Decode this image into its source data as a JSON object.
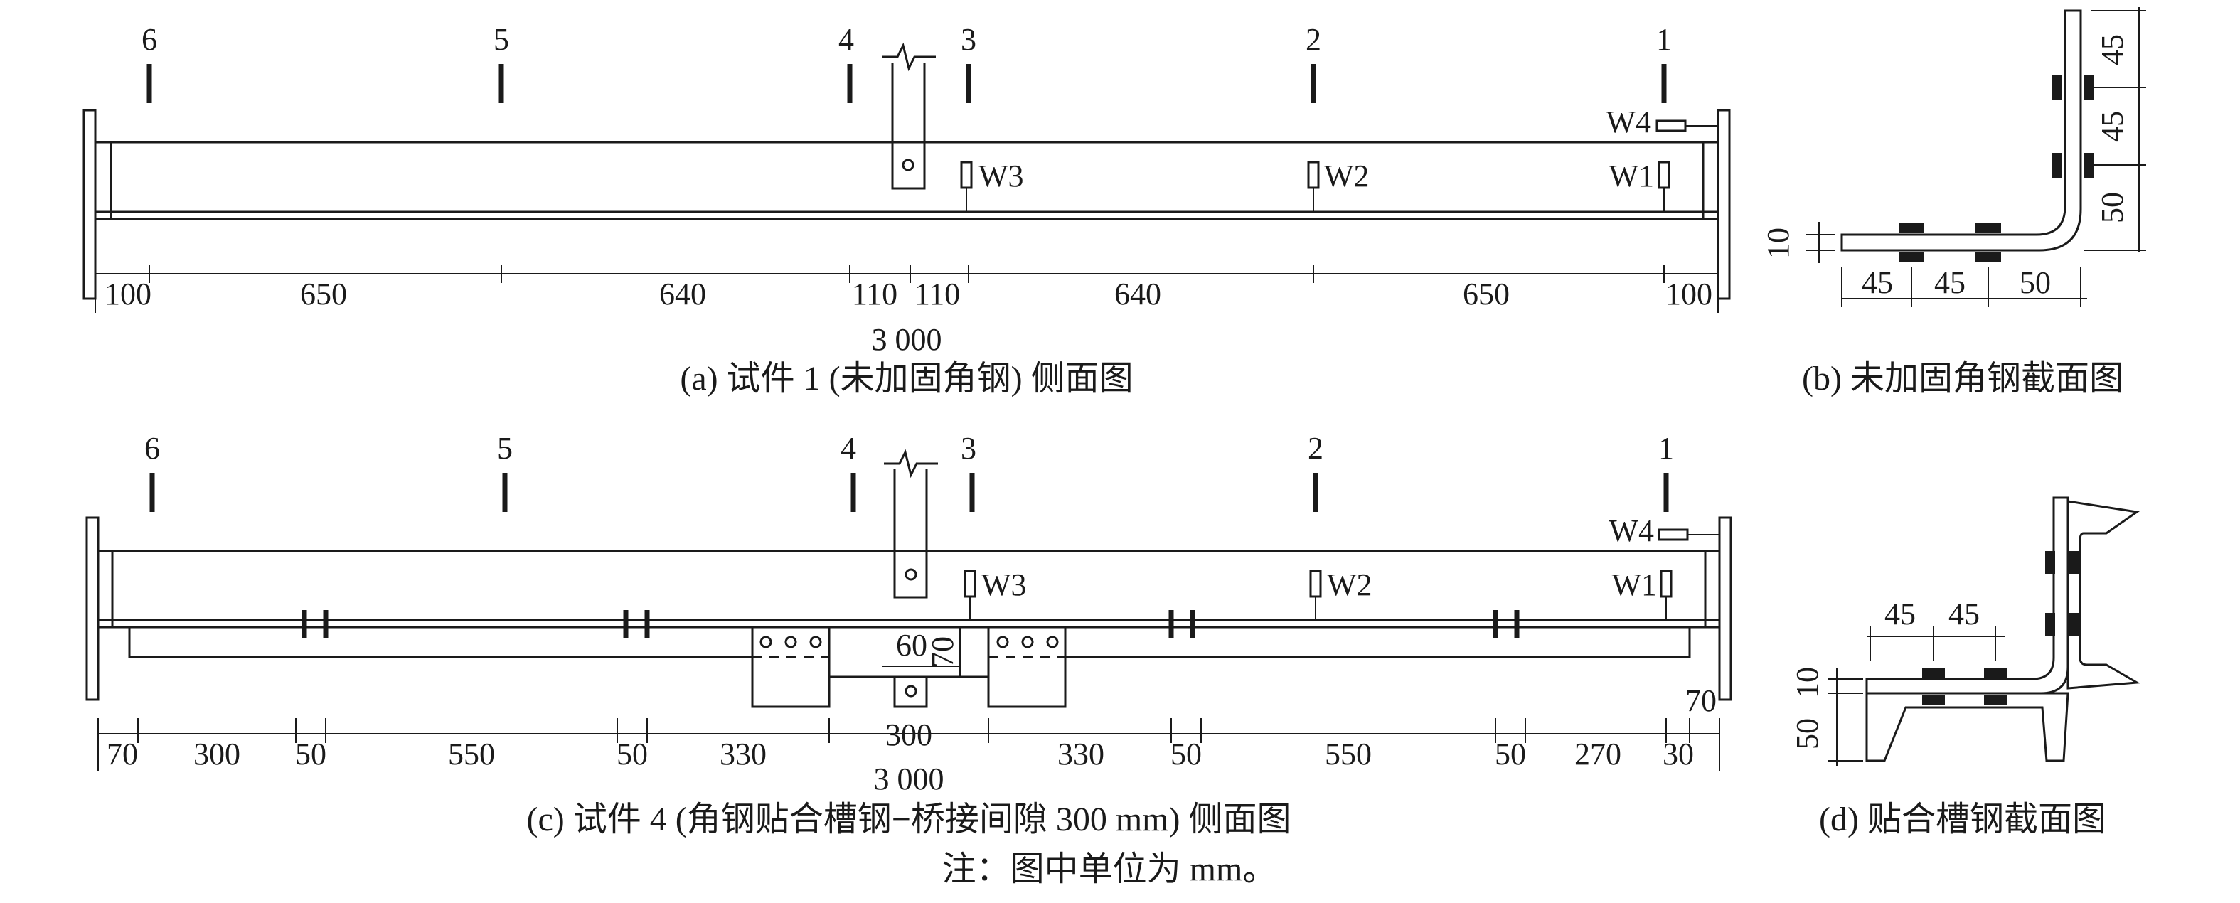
{
  "panel_a": {
    "caption": "(a) 试件 1 (未加固角钢) 侧面图",
    "sections": [
      "6",
      "5",
      "4",
      "3",
      "2",
      "1"
    ],
    "gauges": [
      "W3",
      "W2",
      "W1",
      "W4"
    ],
    "dims": [
      "100",
      "650",
      "640",
      "110",
      "110",
      "640",
      "650",
      "100"
    ],
    "total": "3 000"
  },
  "panel_b": {
    "caption": "(b) 未加固角钢截面图",
    "vertical_dims": [
      "45",
      "45",
      "50"
    ],
    "horizontal_dims": [
      "45",
      "45",
      "50"
    ],
    "thickness": "10"
  },
  "panel_c": {
    "caption": "(c) 试件 4 (角钢贴合槽钢−桥接间隙 300 mm) 侧面图",
    "sections": [
      "6",
      "5",
      "4",
      "3",
      "2",
      "1"
    ],
    "gauges": [
      "W3",
      "W2",
      "W1",
      "W4"
    ],
    "dims": [
      "70",
      "300",
      "50",
      "550",
      "50",
      "330",
      "330",
      "50",
      "550",
      "50",
      "270",
      "30"
    ],
    "gap": "300",
    "plate_width": "60",
    "plate_height": "70",
    "right_offset": "70",
    "total": "3 000"
  },
  "panel_d": {
    "caption": "(d) 贴合槽钢截面图",
    "horizontal_dims": [
      "45",
      "45"
    ],
    "vertical_dims": [
      "10",
      "50"
    ]
  },
  "note": "注：图中单位为 mm。"
}
